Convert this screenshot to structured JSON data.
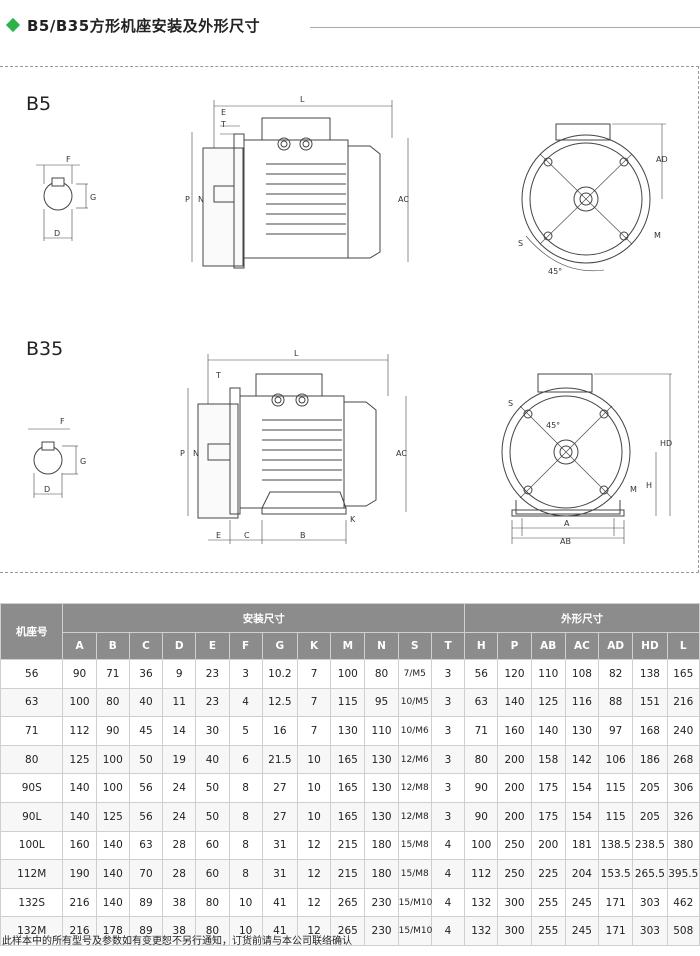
{
  "title": "B5/B35方形机座安装及外形尺寸",
  "b5_label": "B5",
  "b35_label": "B35",
  "dims": {
    "L": "L",
    "E": "E",
    "T": "T",
    "P": "P",
    "N": "N",
    "AC": "AC",
    "AD": "AD",
    "F": "F",
    "G": "G",
    "D": "D",
    "S": "S",
    "M": "M",
    "deg45": "45°",
    "K": "K",
    "C": "C",
    "B": "B",
    "A": "A",
    "AB": "AB",
    "H": "H",
    "HD": "HD"
  },
  "table": {
    "model_header": "机座号",
    "install_header": "安装尺寸",
    "outline_header": "外形尺寸",
    "columns": [
      "A",
      "B",
      "C",
      "D",
      "E",
      "F",
      "G",
      "K",
      "M",
      "N",
      "S",
      "T",
      "H",
      "P",
      "AB",
      "AC",
      "AD",
      "HD",
      "L"
    ],
    "rows": [
      [
        "56",
        "90",
        "71",
        "36",
        "9",
        "23",
        "3",
        "10.2",
        "7",
        "100",
        "80",
        "7/M5",
        "3",
        "56",
        "120",
        "110",
        "108",
        "82",
        "138",
        "165"
      ],
      [
        "63",
        "100",
        "80",
        "40",
        "11",
        "23",
        "4",
        "12.5",
        "7",
        "115",
        "95",
        "10/M5",
        "3",
        "63",
        "140",
        "125",
        "116",
        "88",
        "151",
        "216"
      ],
      [
        "71",
        "112",
        "90",
        "45",
        "14",
        "30",
        "5",
        "16",
        "7",
        "130",
        "110",
        "10/M6",
        "3",
        "71",
        "160",
        "140",
        "130",
        "97",
        "168",
        "240"
      ],
      [
        "80",
        "125",
        "100",
        "50",
        "19",
        "40",
        "6",
        "21.5",
        "10",
        "165",
        "130",
        "12/M6",
        "3",
        "80",
        "200",
        "158",
        "142",
        "106",
        "186",
        "268"
      ],
      [
        "90S",
        "140",
        "100",
        "56",
        "24",
        "50",
        "8",
        "27",
        "10",
        "165",
        "130",
        "12/M8",
        "3",
        "90",
        "200",
        "175",
        "154",
        "115",
        "205",
        "306"
      ],
      [
        "90L",
        "140",
        "125",
        "56",
        "24",
        "50",
        "8",
        "27",
        "10",
        "165",
        "130",
        "12/M8",
        "3",
        "90",
        "200",
        "175",
        "154",
        "115",
        "205",
        "326"
      ],
      [
        "100L",
        "160",
        "140",
        "63",
        "28",
        "60",
        "8",
        "31",
        "12",
        "215",
        "180",
        "15/M8",
        "4",
        "100",
        "250",
        "200",
        "181",
        "138.5",
        "238.5",
        "380"
      ],
      [
        "112M",
        "190",
        "140",
        "70",
        "28",
        "60",
        "8",
        "31",
        "12",
        "215",
        "180",
        "15/M8",
        "4",
        "112",
        "250",
        "225",
        "204",
        "153.5",
        "265.5",
        "395.5"
      ],
      [
        "132S",
        "216",
        "140",
        "89",
        "38",
        "80",
        "10",
        "41",
        "12",
        "265",
        "230",
        "15/M10",
        "4",
        "132",
        "300",
        "255",
        "245",
        "171",
        "303",
        "462"
      ],
      [
        "132M",
        "216",
        "178",
        "89",
        "38",
        "80",
        "10",
        "41",
        "12",
        "265",
        "230",
        "15/M10",
        "4",
        "132",
        "300",
        "255",
        "245",
        "171",
        "303",
        "508"
      ]
    ]
  },
  "footer": "此样本中的所有型号及参数如有变更恕不另行通知，订货前请与本公司联络确认"
}
